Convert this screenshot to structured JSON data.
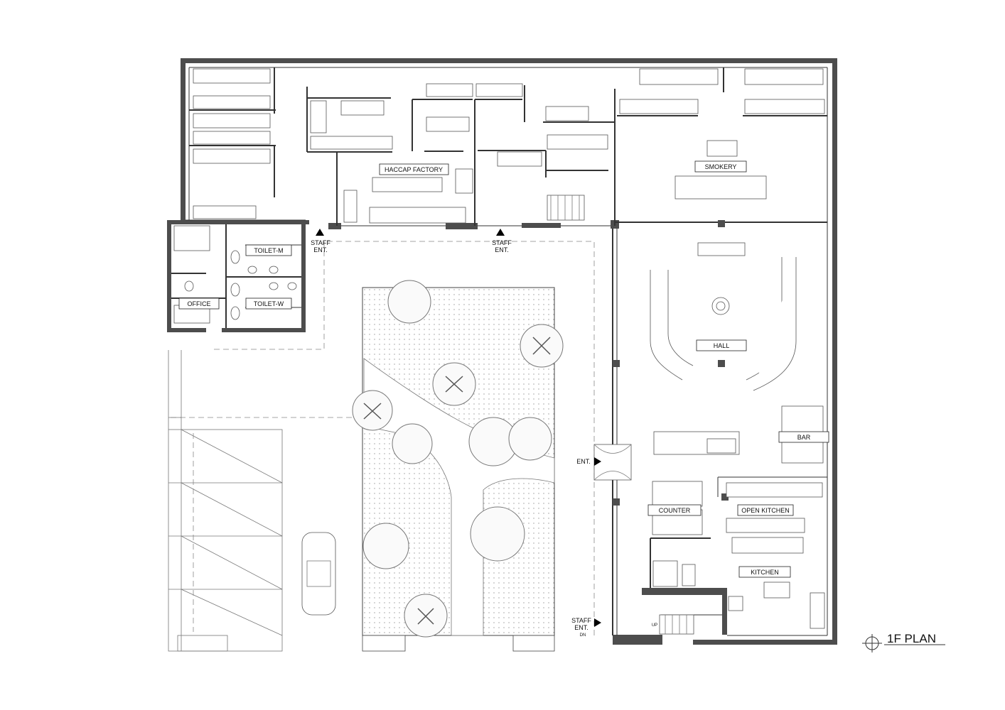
{
  "plan_title": "1F PLAN",
  "rooms": {
    "haccap_factory": "HACCAP FACTORY",
    "smokery": "SMOKERY",
    "toilet_m": "TOILET-M",
    "toilet_w": "TOILET-W",
    "office": "OFFICE",
    "hall": "HALL",
    "bar": "BAR",
    "counter": "COUNTER",
    "open_kitchen": "OPEN KITCHEN",
    "kitchen": "KITCHEN"
  },
  "entrances": {
    "staff_ent_1": [
      "STAFF",
      "ENT."
    ],
    "staff_ent_2": [
      "STAFF",
      "ENT."
    ],
    "main_ent": "ENT.",
    "staff_ent_3": [
      "STAFF",
      "ENT."
    ],
    "dn": "DN",
    "up": "UP"
  }
}
